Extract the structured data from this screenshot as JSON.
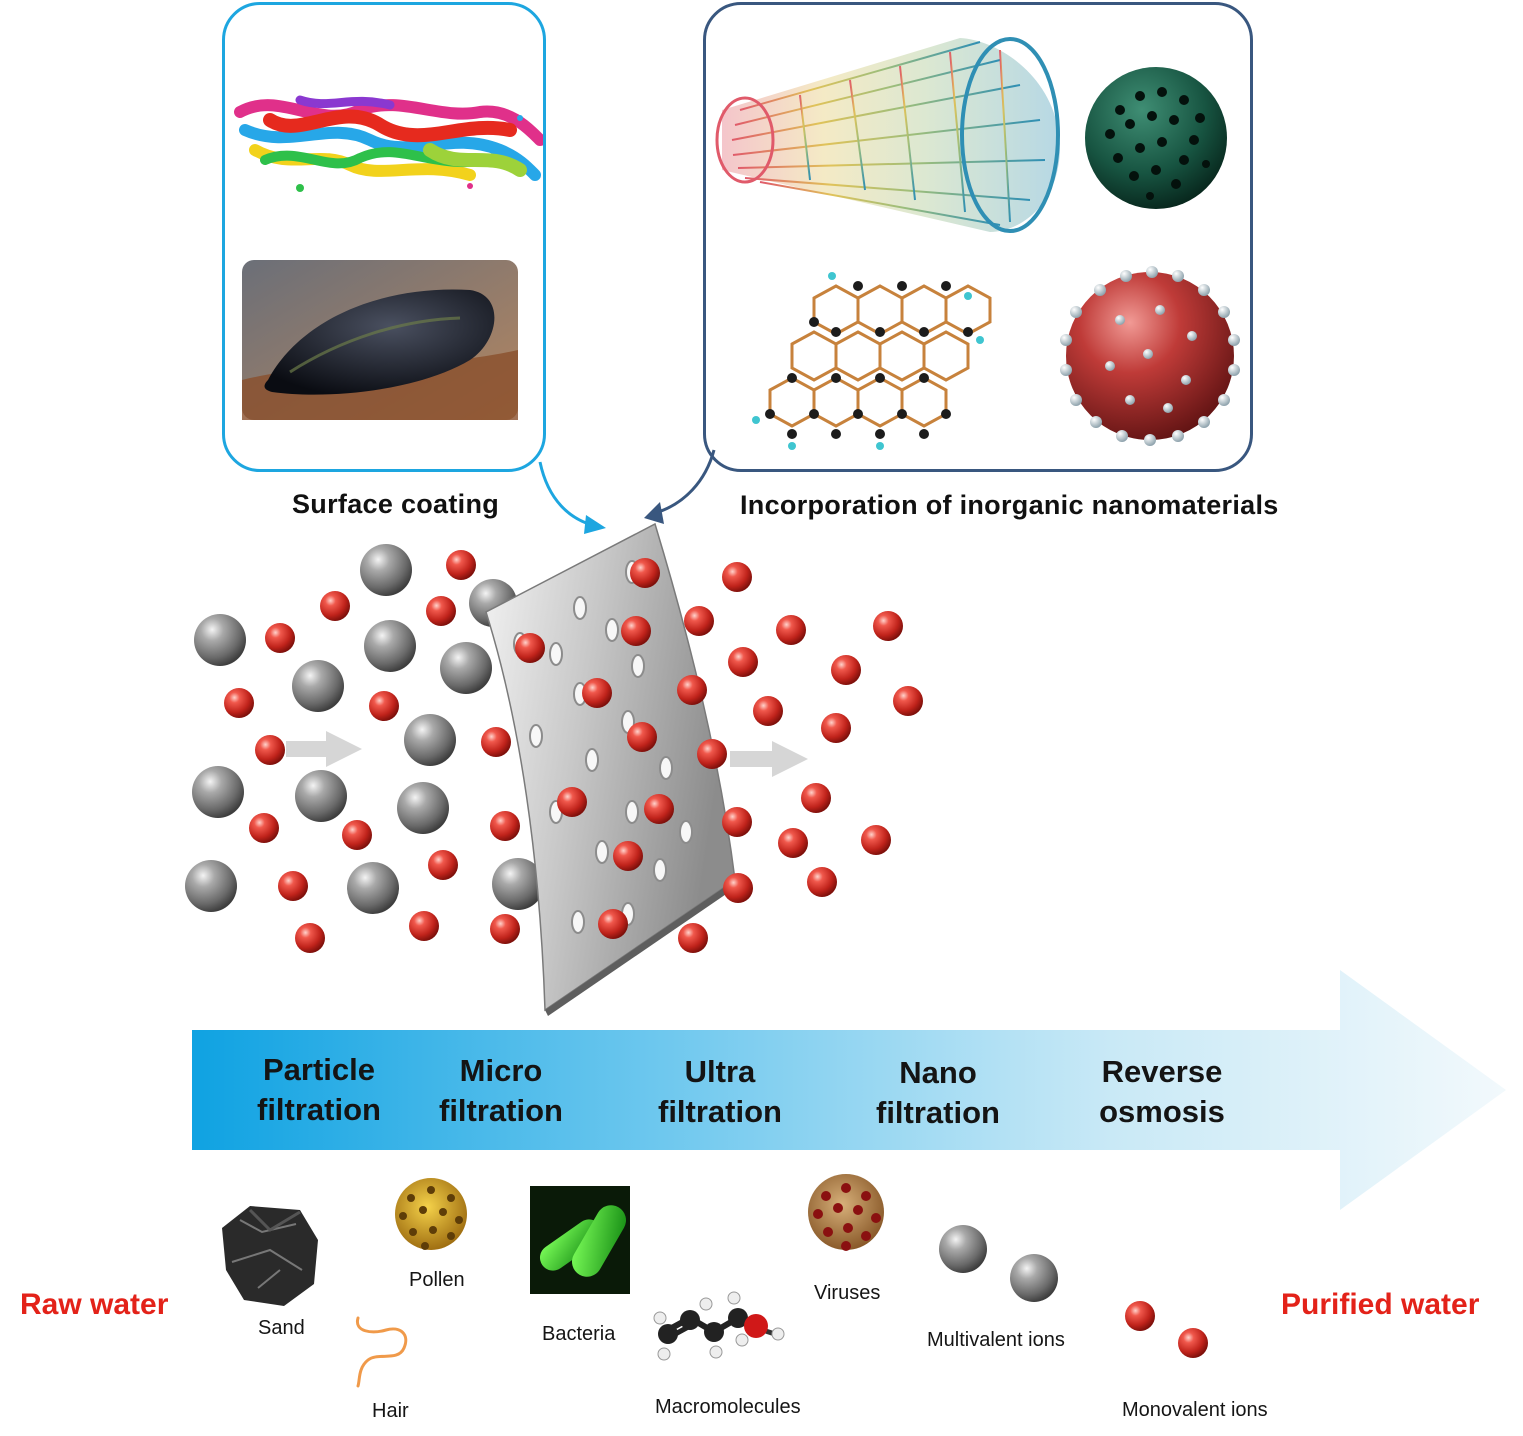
{
  "modifications": {
    "surface_coating": "Surface coating",
    "nanomaterials": "Incorporation of inorganic nanomaterials"
  },
  "stages": [
    {
      "line1": "Particle",
      "line2": "filtration"
    },
    {
      "line1": "Micro",
      "line2": "filtration"
    },
    {
      "line1": "Ultra",
      "line2": "filtration"
    },
    {
      "line1": "Nano",
      "line2": "filtration"
    },
    {
      "line1": "Reverse",
      "line2": "osmosis"
    }
  ],
  "ends": {
    "raw": "Raw water",
    "purified": "Purified water"
  },
  "contaminants": {
    "sand": "Sand",
    "pollen": "Pollen",
    "hair": "Hair",
    "bacteria": "Bacteria",
    "macromolecules": "Macromolecules",
    "viruses": "Viruses",
    "multivalent": "Multivalent ions",
    "monovalent": "Monovalent ions"
  },
  "colors": {
    "panel_left_border": "#1da6e0",
    "panel_right_border": "#39577f",
    "arrow_start": "#0fa2e2",
    "arrow_end": "#eef7fb",
    "end_labels": "#e32219",
    "monovalent_ion": "#c62a22",
    "multivalent_ion": "#7a7a7a"
  }
}
